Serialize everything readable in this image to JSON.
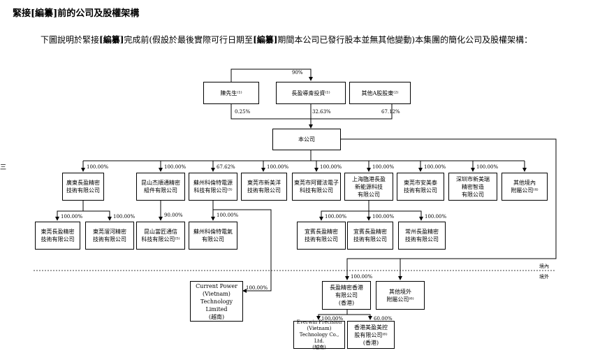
{
  "heading": "緊接[編纂]前的公司及股權架構",
  "intro": {
    "p1": "下圖說明於緊接",
    "b1": "[編纂]",
    "p2": "完成前(假設於最後實際可行日期至",
    "b2": "[編纂]",
    "p3": "期間本公司已發行股本並無其他變動)本集團的簡化公司及股權架構："
  },
  "margin_mark": "三",
  "zones": {
    "onshore": "境內",
    "offshore": "境外"
  },
  "boxes": {
    "chen": "陳先生⁽¹⁾",
    "changying": "長盈導斎投資⁽¹⁾",
    "other_a": "其他A股股東⁽²⁾",
    "company": "本公司",
    "guangdong": "廣東長盈精密\n技術有限公司",
    "kunshan_jdzp": "昆山杰順通精密\n組件有限公司",
    "suzhou_hctd": "蘇州科倫特電源\n科技有限公司⁽³⁾",
    "dg_xinmeiyang": "東莞市新美洋\n技術有限公司",
    "dg_alixin": "東莞市阿爾法電子\n科技有限公司",
    "sh_lingang": "上海臨港長盈\n新能源科技\n有限公司",
    "dg_anmeitai": "東莞市安美泰\n技術有限公司",
    "sz_xinmei": "深圳市新美瑞\n精密智造\n有限公司",
    "other_onshore": "其他境內\n附屬公司⁽⁴⁾",
    "dg_changying": "東莞長盈精密\n技術有限公司",
    "dg_liuchun": "東莞溜河精密\n技術有限公司",
    "kunshan_lanjie": "昆山當匠通信\n科技有限公司⁽⁵⁾",
    "suzhou_kelunte": "蘇州科倫特電氣\n有限公司",
    "yibin": "宜賓長盈精密\n技術有限公司",
    "yichun": "宜賓長盈精密\n技術有限公司",
    "changzhou": "常州長盈精密\n技術有限公司",
    "current_power": "Current Power\n(Vietnam)\nTechnology\nLimited\n(越南)",
    "hk": "長盈精密香港\n有限公司\n(香港)",
    "other_offshore": "其他境外\n附屬公司⁽⁶⁾",
    "everwin": "Everwin Precision\n(Vietnam)\nTechnology Co., Ltd.\n(越南)",
    "hk_meiying": "香港美盈美控\n股有限公司⁽⁶⁾\n(香港)"
  },
  "pct": {
    "top90": "90%",
    "chen": "0.25%",
    "changying": "32.63%",
    "other_a": "67.12%",
    "guangdong": "100.00%",
    "kunshan_jdzp": "100.00%",
    "suzhou_hctd": "67.62%",
    "dg_xinmeiyang": "100.00%",
    "dg_alixin": "100.00%",
    "sh_lingang": "100.00%",
    "dg_anmeitai": "100.00%",
    "sz_xinmei": "100.00%",
    "dg_changying": "100.00%",
    "dg_liuchun": "100.00%",
    "kunshan_lanjie": "90.00%",
    "suzhou_kelunte": "100.00%",
    "yibin": "100.00%",
    "yichun": "100.00%",
    "changzhou": "100.00%",
    "current_power": "100.00%",
    "hk": "100.00%",
    "everwin": "100.00%",
    "hk_meiying": "60.00%"
  }
}
